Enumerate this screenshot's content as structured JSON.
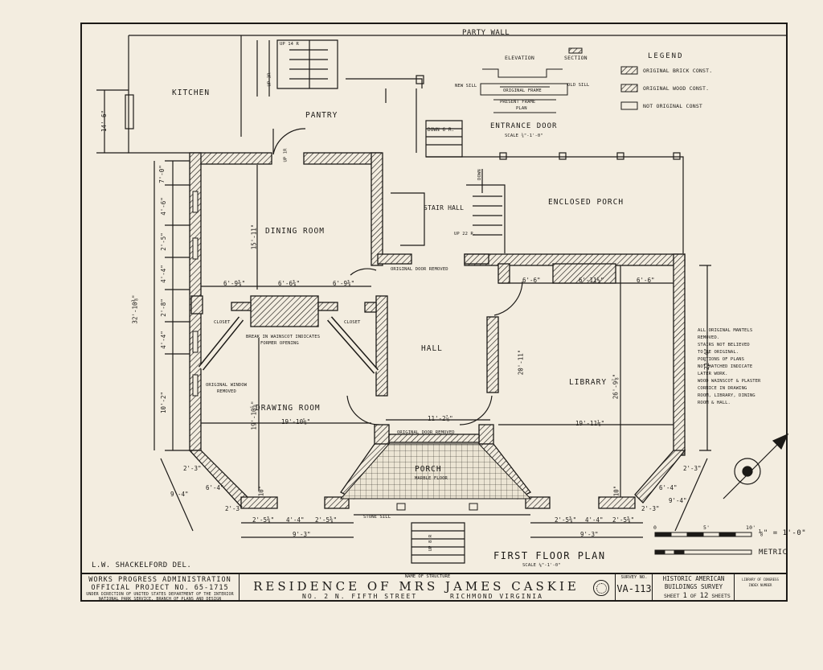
{
  "header": {
    "party_wall": "PARTY WALL"
  },
  "legend": {
    "title": "LEGEND",
    "items": [
      {
        "label": "ORIGINAL BRICK CONST."
      },
      {
        "label": "ORIGINAL WOOD CONST."
      },
      {
        "label": "NOT ORIGINAL CONST"
      }
    ]
  },
  "door_detail": {
    "elevation": "ELEVATION",
    "section": "SECTION",
    "new_sill": "NEW SILL",
    "old_sill": "OLD SILL",
    "original_frame": "ORIGINAL FRAME",
    "present_frame": "PRESENT FRAME",
    "plan": "PLAN",
    "title": "ENTRANCE DOOR",
    "scale": "SCALE ¾\"-1'-0\""
  },
  "rooms": {
    "kitchen": "KITCHEN",
    "pantry": "PANTRY",
    "dining_room": "DINING ROOM",
    "stair_hall": "STAIR HALL",
    "enclosed_porch": "ENCLOSED PORCH",
    "hall": "HALL",
    "library": "LIBRARY",
    "drawing_room": "DRAWING ROOM",
    "porch": "PORCH",
    "closet_left": "CLOSET",
    "closet_right": "CLOSET"
  },
  "annotations": {
    "up_14r": "UP 14 R",
    "up_3r": "UP 3R",
    "up_1r": "UP 1R",
    "down_6r": "DOWN 6 R.",
    "down": "DOWN",
    "up_22r": "UP 22 R.",
    "original_door_removed_top": "ORIGINAL DOOR REMOVED",
    "original_door_removed_bottom": "ORIGINAL DOOR REMOVED",
    "break_wainscot_1": "BREAK IN WAINSCOT INDICATES",
    "break_wainscot_2": "FORMER OPENING",
    "original_window_1": "ORIGINAL WINDOW",
    "original_window_2": "REMOVED",
    "marble_floor": "MARBLE FLOOR",
    "stone_sill": "STONE SILL",
    "up_8r": "UP 8 R",
    "notes": [
      "ALL ORIGINAL MANTELS",
      "REMOVED.",
      "STAIRS NOT BELIEVED",
      "TO BE ORIGINAL.",
      "PORTIONS OF PLANS",
      "NOT HATCHED INDICATE",
      "LATER WORK.",
      "WOOD WAINSCOT & PLASTER",
      "CORNICE IN DRAWING",
      "ROOM, LIBRARY, DINING",
      "ROOM & HALL."
    ]
  },
  "dimensions": {
    "d_14_6": "14'-6\"",
    "d_7_0": "7'-0\"",
    "d_4_6": "4'-6\"",
    "d_2_5": "2'-5\"",
    "d_4_4a": "4'-4\"",
    "d_2_8": "2'-8\"",
    "d_4_4b": "4'-4\"",
    "d_10_2": "10'-2\"",
    "d_32_10": "32'-10⅜\"",
    "d_15_11": "15'-11\"",
    "d_6_9a": "6'-9⅜\"",
    "d_6_6a": "6'-6⅜\"",
    "d_6_9b": "6'-9⅜\"",
    "d_19_10a": "19'-10⅝\"",
    "d_19_10b": "19'-10⅝\"",
    "d_20_11": "20'-11\"",
    "d_11_2": "11'-2⅞\"",
    "d_6_6b": "6'-6\"",
    "d_6_11": "6'-11¼\"",
    "d_6_6c": "6'-6\"",
    "d_26_9": "26'-9⅞\"",
    "d_19_11": "19'-11⅛\"",
    "d_22_4": "22'-4\"",
    "d_2_3a": "2'-3\"",
    "d_6_4a": "6'-4\"",
    "d_2_3b": "2'-3\"",
    "d_9_4a": "9'-4\"",
    "d_2_3c": "2'-3\"",
    "d_6_4b": "6'-4\"",
    "d_2_3d": "2'-3\"",
    "d_9_4b": "9'-4\"",
    "d_2_5a": "2'-5⅜\"",
    "d_4_4c": "4'-4\"",
    "d_2_5b": "2'-5⅜\"",
    "d_9_3a": "9'-3\"",
    "d_2_5c": "2'-5⅜\"",
    "d_4_4d": "4'-4\"",
    "d_2_5d": "2'-5⅜\"",
    "d_9_3b": "9'-3\"",
    "d_10a": "10\"",
    "d_10b": "10\""
  },
  "scale_bar": {
    "labels": [
      "0",
      "5'",
      "10'"
    ],
    "ratio": "⅛\" = 1'-0\"",
    "metric": "METRIC"
  },
  "drawing": {
    "delineator": "L.W. SHACKELFORD  DEL.",
    "title": "FIRST FLOOR PLAN",
    "scale": "SCALE ⅛\"-1'-0\""
  },
  "title_block": {
    "org_line1": "WORKS PROGRESS ADMINISTRATION",
    "org_line2": "OFFICIAL PROJECT NO. 65-1715",
    "org_line3": "UNDER DIRECTION OF UNITED STATES DEPARTMENT OF THE INTERIOR",
    "org_line4": "NATIONAL PARK SERVICE, BRANCH OF PLANS AND DESIGN",
    "name_label": "NAME OF STRUCTURE",
    "structure": "RESIDENCE OF MRS JAMES CASKIE",
    "address": "NO. 2 N. FIFTH STREET",
    "city": "RICHMOND  VIRGINIA",
    "survey_label": "SURVEY NO.",
    "survey_no": "VA-113",
    "habs_line1": "HISTORIC AMERICAN",
    "habs_line2": "BUILDINGS SURVEY",
    "sheet_word": "SHEET",
    "sheet_no": "1",
    "of_word": "OF",
    "sheet_total": "12",
    "sheets_word": "SHEETS",
    "index_line1": "LIBRARY OF CONGRESS",
    "index_line2": "INDEX NUMBER"
  }
}
